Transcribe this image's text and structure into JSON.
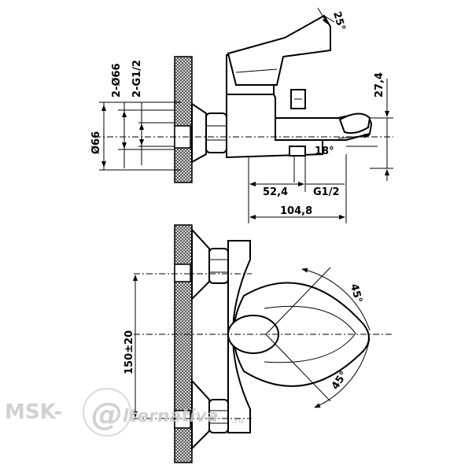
{
  "dimensions": {
    "angle_top": "25°",
    "height_27_4": "27,4",
    "dia_66": "Ø66",
    "dia_2x66": "2-Ø66",
    "thread_2g12": "2-G1/2",
    "angle_18": "18°",
    "len_52_4": "52,4",
    "thread_g12": "G1/2",
    "len_104_8": "104,8",
    "angle_45_upper": "45°",
    "angle_45_lower": "45°",
    "height_150": "150±20"
  },
  "watermark": {
    "prefix": "MSK-",
    "at": "@",
    "suffix": "lternativa",
    "tld": ".ru"
  }
}
